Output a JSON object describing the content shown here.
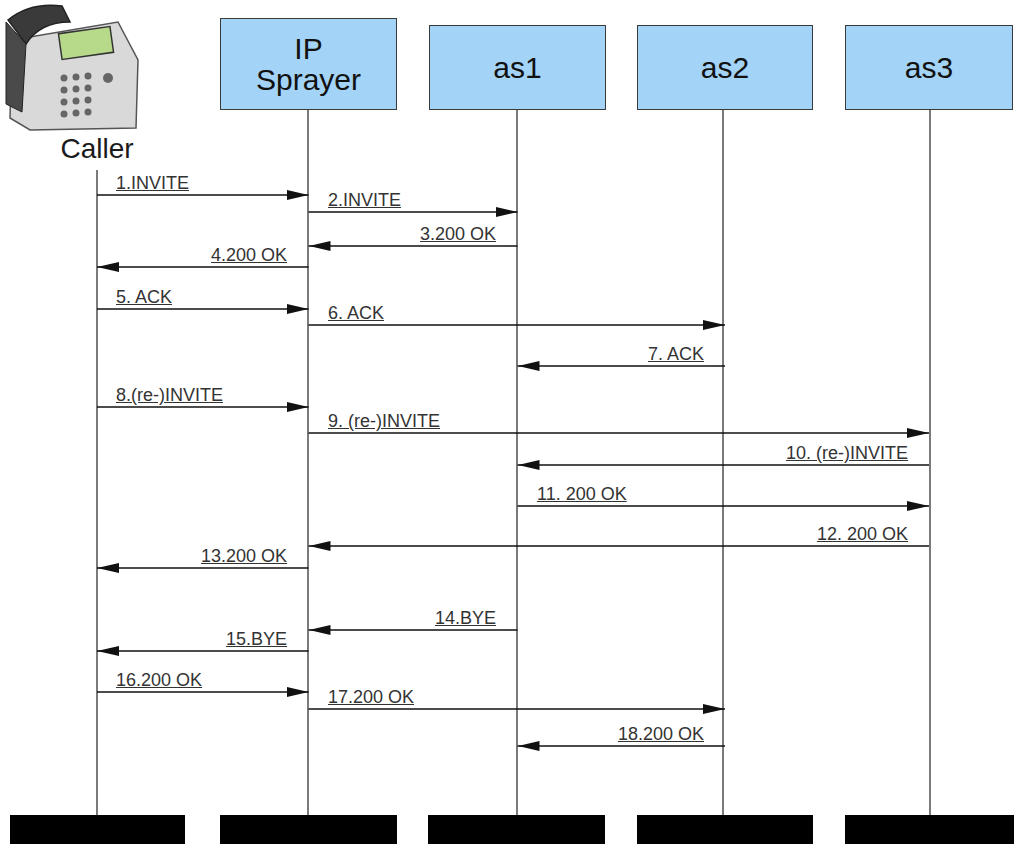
{
  "diagram": {
    "nodes": [
      {
        "text": [
          "Caller"
        ]
      },
      {
        "text": [
          "IP Sprayer"
        ]
      },
      {
        "text": [
          "as1"
        ]
      },
      {
        "text": [
          "as2"
        ]
      },
      {
        "text": [
          "as3"
        ]
      }
    ],
    "edges": [
      {
        "from": 0,
        "to": 1,
        "arrow": "to",
        "label": "1.INVITE"
      },
      {
        "from": 1,
        "to": 2,
        "arrow": "to",
        "label": "2.INVITE"
      },
      {
        "from": 2,
        "to": 1,
        "arrow": "to",
        "label": "3.200 OK"
      },
      {
        "from": 1,
        "to": 0,
        "arrow": "to",
        "label": "4.200 OK"
      },
      {
        "from": 0,
        "to": 1,
        "arrow": "to",
        "label": "5. ACK"
      },
      {
        "from": 1,
        "to": 3,
        "arrow": "to",
        "label": "6. ACK"
      },
      {
        "from": 3,
        "to": 2,
        "arrow": "to",
        "label": "7. ACK"
      },
      {
        "from": 0,
        "to": 1,
        "arrow": "to",
        "label": "8.(re-)INVITE"
      },
      {
        "from": 1,
        "to": 4,
        "arrow": "to",
        "label": "9. (re-)INVITE"
      },
      {
        "from": 4,
        "to": 2,
        "arrow": "to",
        "label": "10. (re-)INVITE"
      },
      {
        "from": 2,
        "to": 4,
        "arrow": "to",
        "label": "11. 200 OK"
      },
      {
        "from": 4,
        "to": 1,
        "arrow": "to",
        "label": "12. 200 OK"
      },
      {
        "from": 1,
        "to": 0,
        "arrow": "to",
        "label": "13.200 OK"
      },
      {
        "from": 2,
        "to": 1,
        "arrow": "to",
        "label": "14.BYE"
      },
      {
        "from": 1,
        "to": 0,
        "arrow": "to",
        "label": "15.BYE"
      },
      {
        "from": 0,
        "to": 1,
        "arrow": "to",
        "label": "16.200 OK"
      },
      {
        "from": 1,
        "to": 3,
        "arrow": "to",
        "label": "17.200 OK"
      },
      {
        "from": 3,
        "to": 2,
        "arrow": "to",
        "label": "18.200 OK"
      }
    ]
  }
}
